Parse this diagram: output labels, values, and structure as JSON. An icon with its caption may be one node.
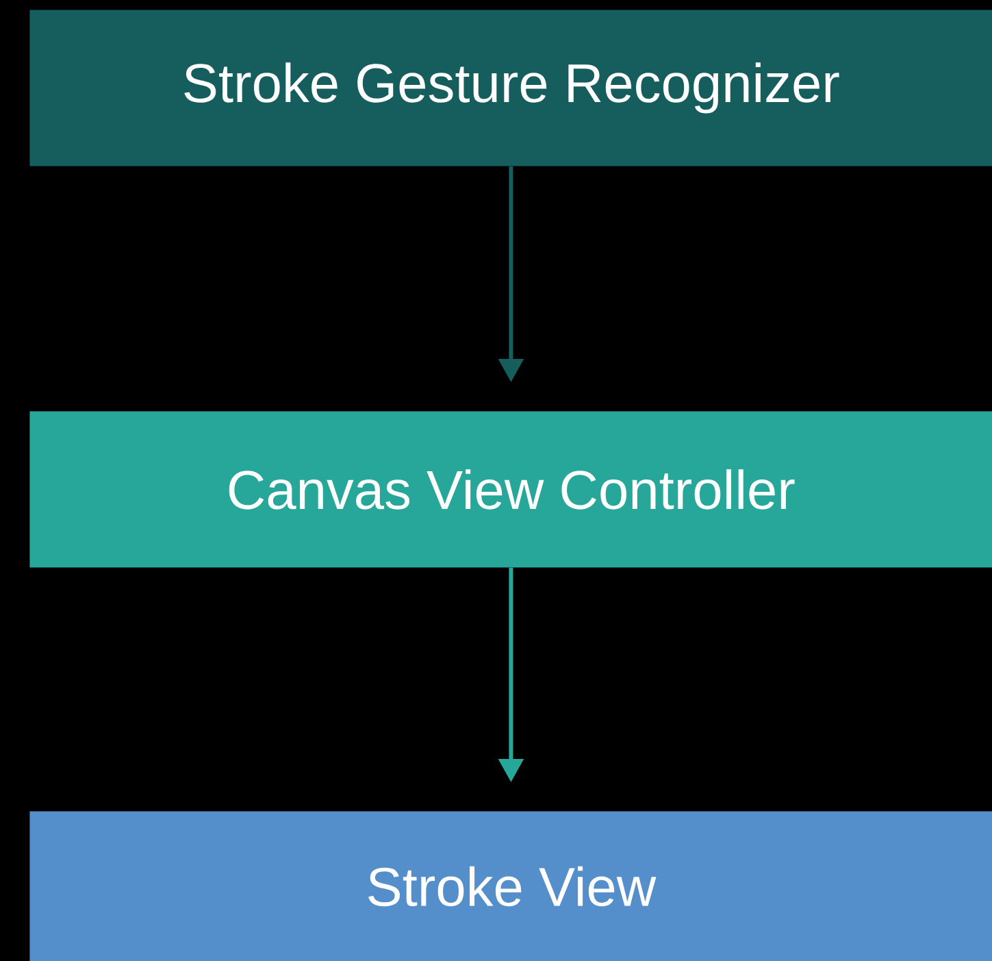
{
  "diagram": {
    "nodes": [
      {
        "text": [
          "Stroke Gesture Recognizer"
        ]
      },
      {
        "text": [
          "Canvas View Controller"
        ]
      },
      {
        "text": [
          "Stroke View"
        ]
      }
    ],
    "edges": [
      {
        "from": 0,
        "to": 1,
        "arrow": "to",
        "color": "#165e5e"
      },
      {
        "from": 1,
        "to": 2,
        "arrow": "to",
        "color": "#27a69a"
      }
    ]
  }
}
